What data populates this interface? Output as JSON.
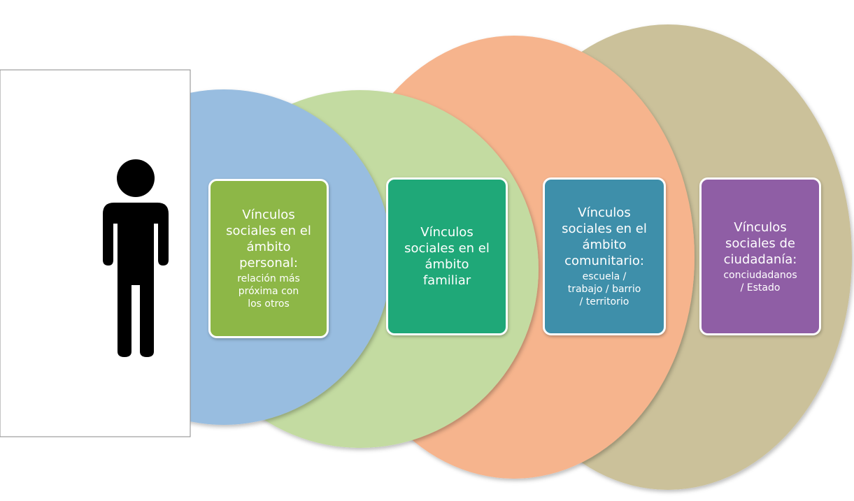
{
  "colors": {
    "circle_personal": "#98bde0",
    "circle_familiar": "#c3dba1",
    "circle_comunitario": "#f6b48d",
    "circle_ciudadania": "#cbc19a",
    "person": "#000000",
    "box_personal": "#8db747",
    "box_familiar": "#1fa878",
    "box_comunitario": "#3e8faa",
    "box_ciudadania": "#8f5ea5"
  },
  "icons": {
    "person": "person-icon"
  },
  "boxes": {
    "personal": {
      "title": "Vínculos\nsociales en el\námbito\npersonal:",
      "subtitle": "relación más\npróxima con\nlos otros"
    },
    "familiar": {
      "title": "Vínculos\nsociales en el\námbito\nfamiliar",
      "subtitle": ""
    },
    "comunitario": {
      "title": "Vínculos\nsociales en el\námbito\ncomunitario:",
      "subtitle": "escuela /\ntrabajo / barrio\n/ territorio"
    },
    "ciudadania": {
      "title": "Vínculos\nsociales de\nciudadanía:",
      "subtitle": "conciudadanos\n/ Estado"
    }
  }
}
